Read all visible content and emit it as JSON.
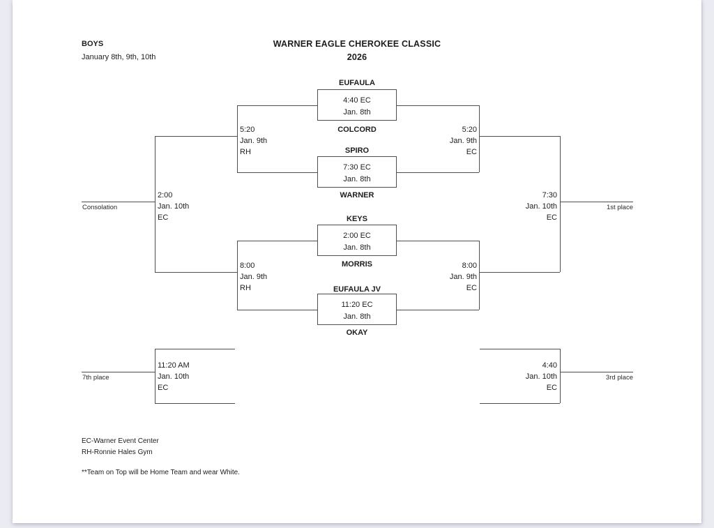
{
  "header": {
    "division": "BOYS",
    "dates": "January 8th, 9th, 10th",
    "title": "WARNER EAGLE CHEROKEE CLASSIC",
    "year": "2026"
  },
  "round1": {
    "game1": {
      "top_team": "EUFAULA",
      "time": "4:40 EC",
      "date": "Jan. 8th",
      "bottom_team": "COLCORD"
    },
    "game2": {
      "top_team": "SPIRO",
      "time": "7:30 EC",
      "date": "Jan. 8th",
      "bottom_team": "WARNER"
    },
    "game3": {
      "top_team": "KEYS",
      "time": "2:00 EC",
      "date": "Jan. 8th",
      "bottom_team": "MORRIS"
    },
    "game4": {
      "top_team": "EUFAULA JV",
      "time": "11:20 EC",
      "date": "Jan. 8th",
      "bottom_team": "OKAY"
    }
  },
  "round2": {
    "losers_top": {
      "time": "5:20",
      "date": "Jan. 9th",
      "venue": "RH"
    },
    "winners_top": {
      "time": "5:20",
      "date": "Jan. 9th",
      "venue": "EC"
    },
    "losers_bottom": {
      "time": "8:00",
      "date": "Jan. 9th",
      "venue": "RH"
    },
    "winners_bottom": {
      "time": "8:00",
      "date": "Jan. 9th",
      "venue": "EC"
    }
  },
  "finals": {
    "consolation": {
      "label": "Consolation",
      "time": "2:00",
      "date": "Jan. 10th",
      "venue": "EC"
    },
    "first_place": {
      "label": "1st place",
      "time": "7:30",
      "date": "Jan. 10th",
      "venue": "EC"
    },
    "seventh_place": {
      "label": "7th place",
      "time": "11:20 AM",
      "date": "Jan. 10th",
      "venue": "EC"
    },
    "third_place": {
      "label": "3rd place",
      "time": "4:40",
      "date": "Jan. 10th",
      "venue": "EC"
    }
  },
  "legend": {
    "ec": "EC-Warner Event Center",
    "rh": "RH-Ronnie Hales Gym",
    "note": "**Team on Top will be Home Team and wear White."
  },
  "colors": {
    "line": "#4d4d4d",
    "text": "#1d1d1d",
    "background": "#ebecf2",
    "page": "#ffffff"
  }
}
